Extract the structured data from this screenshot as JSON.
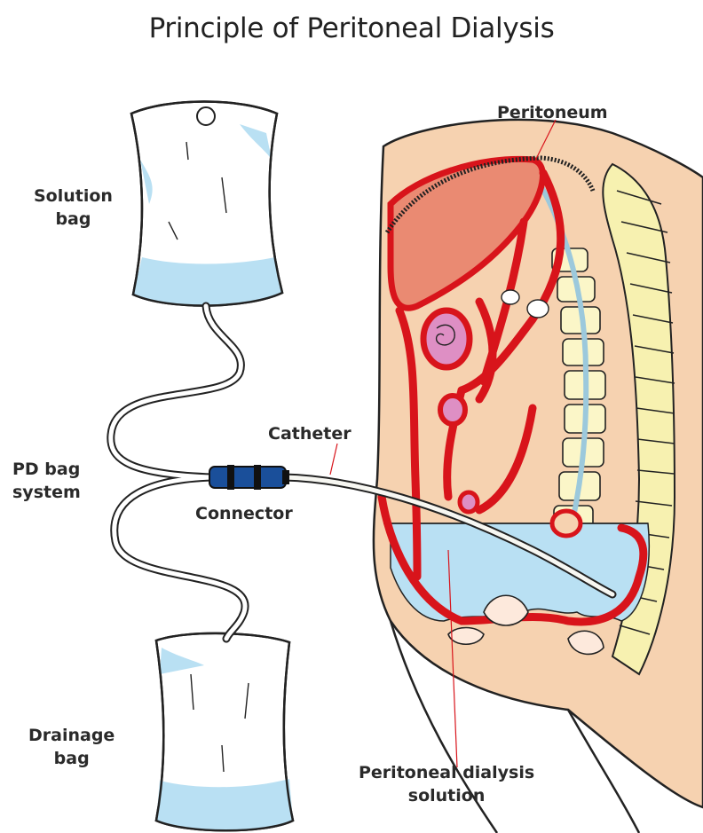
{
  "title": "Principle of Peritoneal Dialysis",
  "labels": {
    "solution_bag": [
      "Solution",
      "bag"
    ],
    "pd_bag_system": [
      "PD bag",
      "system"
    ],
    "drainage_bag": [
      "Drainage",
      "bag"
    ],
    "catheter": "Catheter",
    "connector": "Connector",
    "peritoneum": "Peritoneum",
    "dialysis_solution": [
      "Peritoneal dialysis",
      "solution"
    ]
  },
  "colors": {
    "organ_red": "#d8141b",
    "liver_fill": "#ea8a72",
    "skin": "#f6d2b0",
    "solution_blue": "#b9e0f3",
    "spine_yellow": "#f7f1b0",
    "connector_blue": "#1a4f9a",
    "intestine_pink": "#de8fc4"
  }
}
